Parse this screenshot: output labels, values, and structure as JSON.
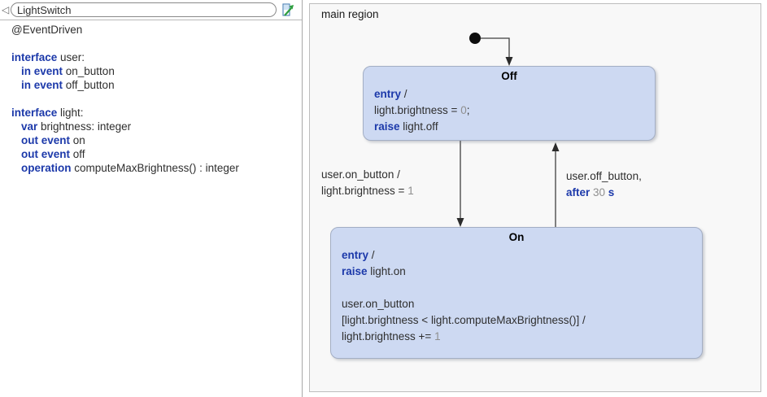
{
  "header": {
    "name_value": "LightSwitch"
  },
  "icons": {
    "collapse_glyph": "◁",
    "open_editor": "page-with-green-arrow"
  },
  "definition": {
    "lines": [
      {
        "parts": [
          {
            "s": "p",
            "t": "@EventDriven"
          }
        ]
      },
      {
        "parts": []
      },
      {
        "parts": [
          {
            "s": "k",
            "t": "interface"
          },
          {
            "s": "p",
            "t": " user:"
          }
        ]
      },
      {
        "parts": [
          {
            "s": "k",
            "t": "in event"
          },
          {
            "s": "p",
            "t": " on_button"
          }
        ]
      },
      {
        "parts": [
          {
            "s": "k",
            "t": "in event"
          },
          {
            "s": "p",
            "t": " off_button"
          }
        ]
      },
      {
        "parts": []
      },
      {
        "parts": [
          {
            "s": "k",
            "t": "interface"
          },
          {
            "s": "p",
            "t": " light:"
          }
        ]
      },
      {
        "parts": [
          {
            "s": "k",
            "t": "var"
          },
          {
            "s": "p",
            "t": " brightness: integer"
          }
        ]
      },
      {
        "parts": [
          {
            "s": "k",
            "t": "out event"
          },
          {
            "s": "p",
            "t": " on"
          }
        ]
      },
      {
        "parts": [
          {
            "s": "k",
            "t": "out event"
          },
          {
            "s": "p",
            "t": " off"
          }
        ]
      },
      {
        "parts": [
          {
            "s": "k",
            "t": "operation"
          },
          {
            "s": "p",
            "t": " computeMaxBrightness() : integer"
          }
        ]
      }
    ]
  },
  "diagram": {
    "region_label": "main region",
    "off_state": {
      "title": "Off",
      "lines": [
        {
          "parts": [
            {
              "s": "k",
              "t": "entry"
            },
            {
              "s": "p",
              "t": " /"
            }
          ]
        },
        {
          "parts": [
            {
              "s": "p",
              "t": "light.brightness = "
            },
            {
              "s": "n",
              "t": "0"
            },
            {
              "s": "p",
              "t": ";"
            }
          ]
        },
        {
          "parts": [
            {
              "s": "k",
              "t": "raise"
            },
            {
              "s": "p",
              "t": " light.off"
            }
          ]
        }
      ]
    },
    "on_state": {
      "title": "On",
      "lines": [
        {
          "parts": [
            {
              "s": "k",
              "t": "entry"
            },
            {
              "s": "p",
              "t": " /"
            }
          ]
        },
        {
          "parts": [
            {
              "s": "k",
              "t": "raise"
            },
            {
              "s": "p",
              "t": " light.on"
            }
          ]
        },
        {
          "parts": []
        },
        {
          "parts": [
            {
              "s": "p",
              "t": "user.on_button"
            }
          ]
        },
        {
          "parts": [
            {
              "s": "p",
              "t": "[light.brightness < light.computeMaxBrightness()] /"
            }
          ]
        },
        {
          "parts": [
            {
              "s": "p",
              "t": "light.brightness += "
            },
            {
              "s": "n",
              "t": "1"
            }
          ]
        }
      ]
    },
    "transition_on": {
      "lines": [
        {
          "parts": [
            {
              "s": "p",
              "t": "user.on_button /"
            }
          ]
        },
        {
          "parts": [
            {
              "s": "p",
              "t": "light.brightness = "
            },
            {
              "s": "n",
              "t": "1"
            }
          ]
        }
      ]
    },
    "transition_off": {
      "lines": [
        {
          "parts": [
            {
              "s": "p",
              "t": "user.off_button,"
            }
          ]
        },
        {
          "parts": [
            {
              "s": "k",
              "t": "after"
            },
            {
              "s": "n",
              "t": " 30 "
            },
            {
              "s": "k",
              "t": "s"
            }
          ]
        }
      ]
    }
  },
  "colors": {
    "keyword": "#1c39aa",
    "number": "#8f8f8f",
    "text": "#2e2e2e",
    "state_fill": "#cdd9f2",
    "state_border": "#a3aec4",
    "region_bg": "#f8f8f8",
    "transition_line": "#3f3f3f"
  }
}
